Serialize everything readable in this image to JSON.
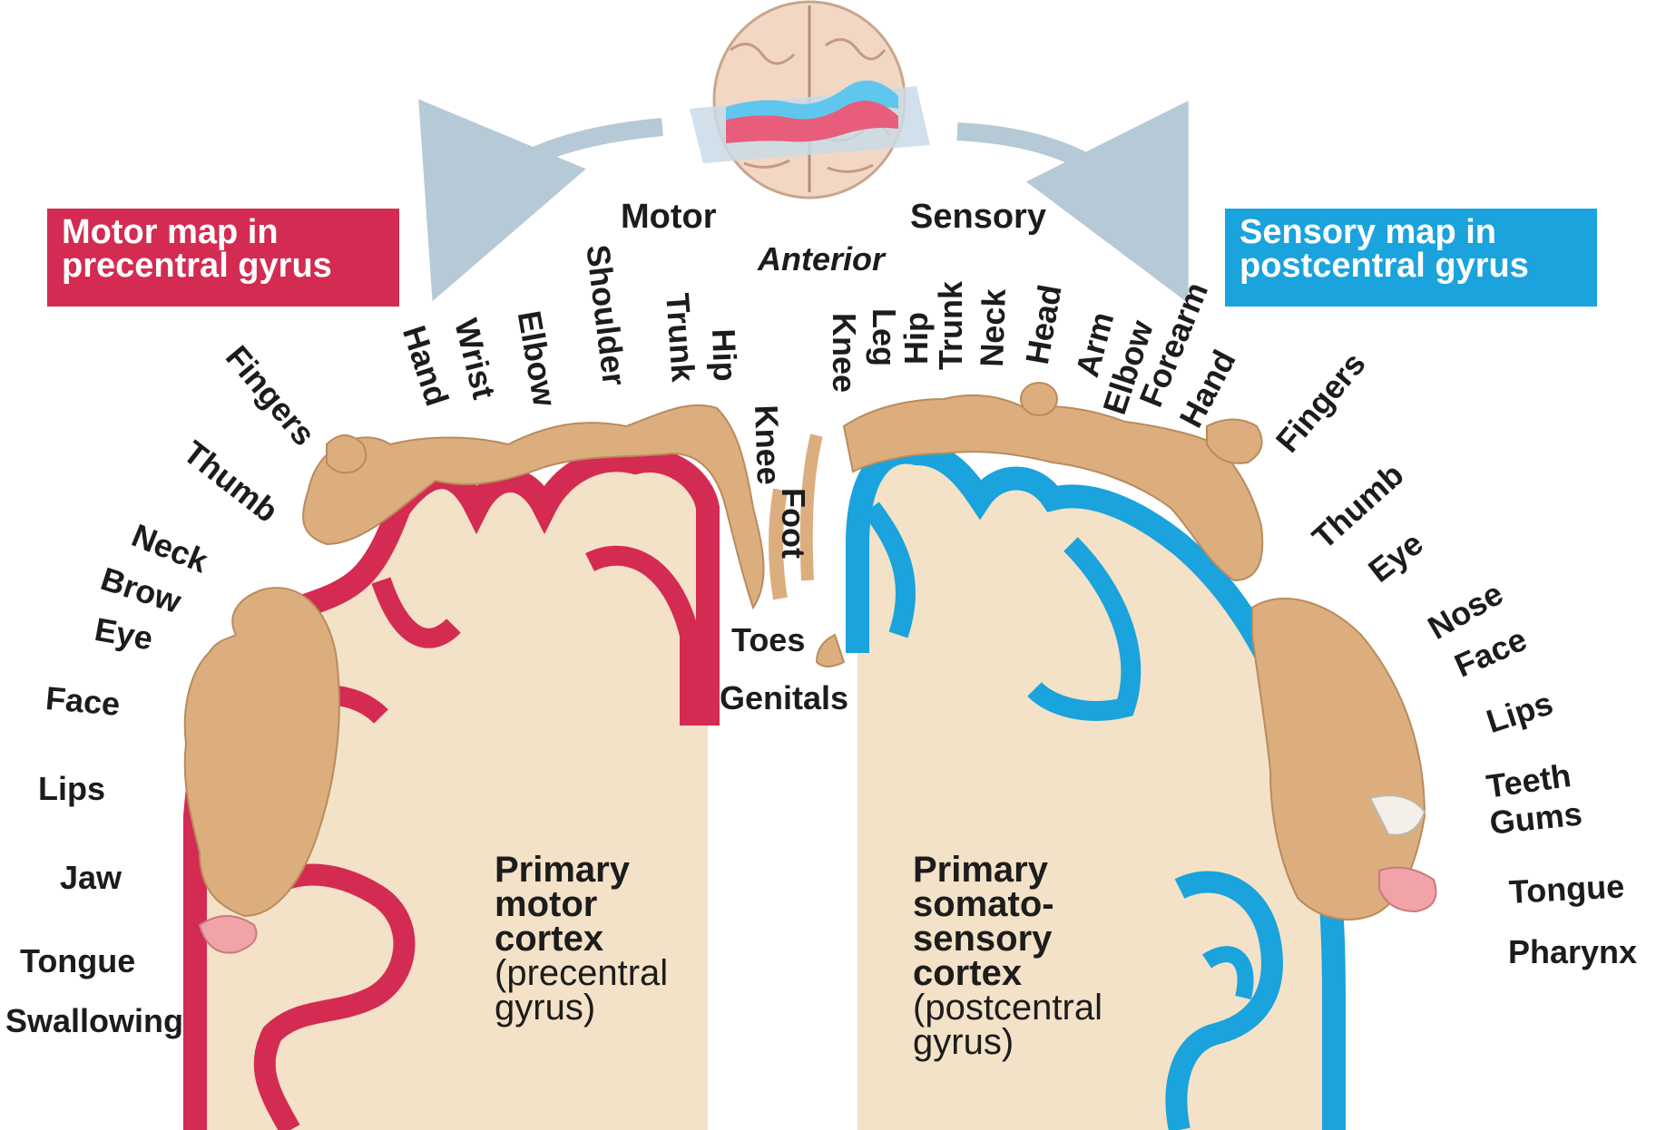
{
  "colors": {
    "motor": "#d42b52",
    "motor_light": "#e85d7c",
    "sensory": "#1aa3dc",
    "sensory_light": "#5fc6ee",
    "cortex_fill": "#f3e2c7",
    "homunculus": "#dcae7e",
    "arrow": "#b5cad6"
  },
  "header": {
    "motor_box": "Motor map in precentral gyrus",
    "sensory_box": "Sensory map in postcentral gyrus",
    "motor_word": "Motor",
    "sensory_word": "Sensory",
    "anterior": "Anterior"
  },
  "motor_labels": {
    "swallowing": "Swallowing",
    "tongue": "Tongue",
    "jaw": "Jaw",
    "lips": "Lips",
    "face": "Face",
    "eye": "Eye",
    "brow": "Brow",
    "neck": "Neck",
    "thumb": "Thumb",
    "fingers": "Fingers",
    "hand": "Hand",
    "wrist": "Wrist",
    "elbow": "Elbow",
    "shoulder": "Shoulder",
    "trunk": "Trunk",
    "hip": "Hip",
    "knee": "Knee",
    "foot": "Foot",
    "toes": "Toes"
  },
  "sensory_labels": {
    "genitals": "Genitals",
    "knee": "Knee",
    "leg": "Leg",
    "hip": "Hip",
    "trunk": "Trunk",
    "neck": "Neck",
    "head": "Head",
    "arm": "Arm",
    "elbow": "Elbow",
    "forearm": "Forearm",
    "hand": "Hand",
    "fingers": "Fingers",
    "thumb": "Thumb",
    "eye": "Eye",
    "nose": "Nose",
    "face": "Face",
    "lips": "Lips",
    "teeth": "Teeth",
    "gums": "Gums",
    "tongue": "Tongue",
    "pharynx": "Pharynx"
  },
  "motor_cortex": {
    "line1": "Primary",
    "line2": "motor",
    "line3": "cortex",
    "line4": "(precentral",
    "line5": "gyrus)"
  },
  "sensory_cortex": {
    "line1": "Primary",
    "line2": "somato-",
    "line3": "sensory",
    "line4": "cortex",
    "line5": "(postcentral",
    "line6": "gyrus)"
  }
}
